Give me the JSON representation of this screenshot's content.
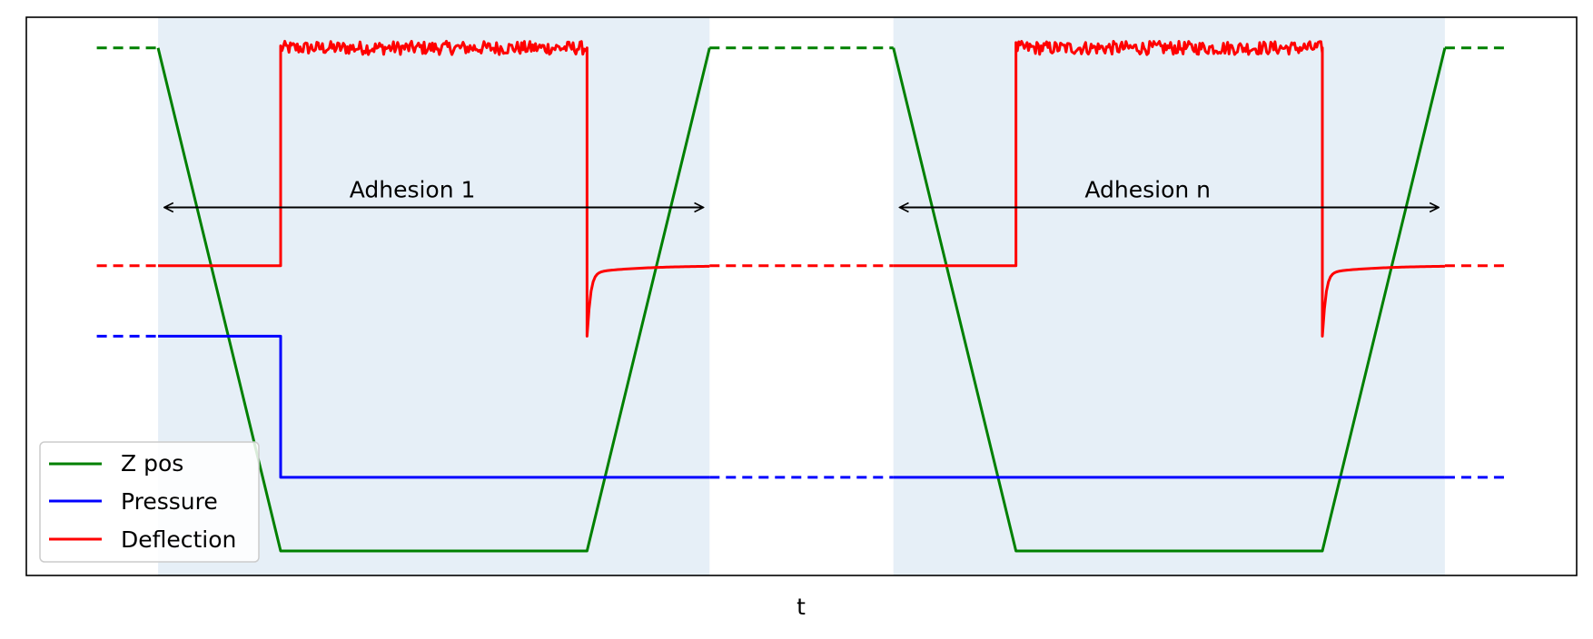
{
  "chart_data": {
    "type": "line",
    "title": "",
    "xlabel": "t",
    "ylabel": "",
    "xlim": [
      0,
      25.3
    ],
    "ylim": [
      0,
      9.1
    ],
    "grid": false,
    "legend": {
      "placement": "lower-left",
      "entries": [
        "Z pos",
        "Pressure",
        "Deflection"
      ]
    },
    "colors": {
      "z": "#008000",
      "pressure": "#0000ff",
      "deflection": "#ff0000",
      "shade": "#e6eff7"
    },
    "shaded_regions": [
      [
        2.15,
        11.15
      ],
      [
        14.15,
        23.15
      ]
    ],
    "annotations": [
      {
        "text": "Adhesion 1",
        "x": 6.3,
        "y": 6.1,
        "arrow_from": 2.25,
        "arrow_to": 11.05,
        "arrow_y": 6.0
      },
      {
        "text": "Adhesion n",
        "x": 18.3,
        "y": 6.1,
        "arrow_from": 14.25,
        "arrow_to": 23.05,
        "arrow_y": 6.0
      }
    ],
    "series": [
      {
        "name": "Z pos",
        "style": "solid",
        "segments": [
          [
            [
              2.15,
              8.6
            ],
            [
              4.15,
              0.4
            ],
            [
              9.15,
              0.4
            ],
            [
              11.15,
              8.6
            ]
          ],
          [
            [
              14.15,
              8.6
            ],
            [
              16.15,
              0.4
            ],
            [
              21.15,
              0.4
            ],
            [
              23.15,
              8.6
            ]
          ]
        ]
      },
      {
        "name": "Z pos",
        "style": "dashed",
        "segments": [
          [
            [
              1.15,
              8.6
            ],
            [
              2.15,
              8.6
            ]
          ],
          [
            [
              11.15,
              8.6
            ],
            [
              14.15,
              8.6
            ]
          ],
          [
            [
              23.15,
              8.6
            ],
            [
              24.15,
              8.6
            ]
          ]
        ]
      },
      {
        "name": "Pressure",
        "style": "solid",
        "segments": [
          [
            [
              2.15,
              3.9
            ],
            [
              4.15,
              3.9
            ],
            [
              4.15,
              1.6
            ],
            [
              11.15,
              1.6
            ]
          ],
          [
            [
              14.15,
              1.6
            ],
            [
              23.15,
              1.6
            ]
          ]
        ]
      },
      {
        "name": "Pressure",
        "style": "dashed",
        "segments": [
          [
            [
              1.15,
              3.9
            ],
            [
              2.15,
              3.9
            ]
          ],
          [
            [
              11.15,
              1.6
            ],
            [
              14.15,
              1.6
            ]
          ],
          [
            [
              23.15,
              1.6
            ],
            [
              24.15,
              1.6
            ]
          ]
        ]
      },
      {
        "name": "Deflection",
        "style": "solid",
        "cycles": [
          {
            "start": 2.15,
            "contact": 4.15,
            "release": 9.15,
            "end": 11.15,
            "baseline": 5.05,
            "plateau": 8.6,
            "noise": 0.11,
            "dip": 3.9
          },
          {
            "start": 14.15,
            "contact": 16.15,
            "release": 21.15,
            "end": 23.15,
            "baseline": 5.05,
            "plateau": 8.6,
            "noise": 0.11,
            "dip": 3.9
          }
        ]
      },
      {
        "name": "Deflection",
        "style": "dashed",
        "segments": [
          [
            [
              1.15,
              5.05
            ],
            [
              2.15,
              5.05
            ]
          ],
          [
            [
              11.15,
              5.05
            ],
            [
              14.15,
              5.05
            ]
          ],
          [
            [
              23.15,
              5.05
            ],
            [
              24.15,
              5.05
            ]
          ]
        ]
      }
    ]
  }
}
